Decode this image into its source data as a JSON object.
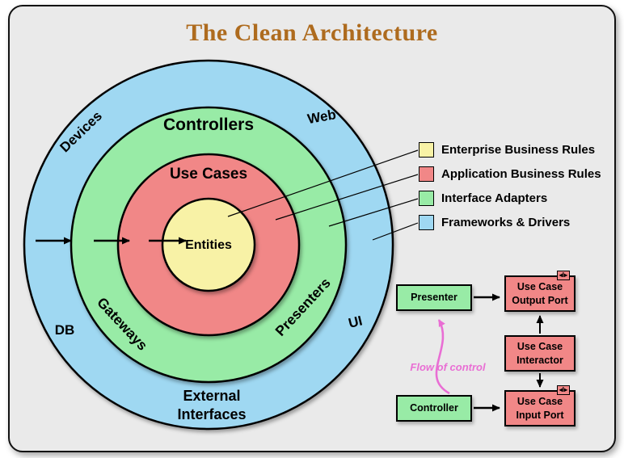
{
  "title": "The Clean Architecture",
  "colors": {
    "frame_background": "#EAEAEA",
    "title_text": "#AE6B1E",
    "frameworks_blue": "#9FD8F2",
    "adapters_green": "#98EBA6",
    "app_rules_red": "#F18787",
    "enterprise_yellow": "#F8F2A6",
    "flow_pink": "#E96ED4"
  },
  "rings": {
    "controllers": "Controllers",
    "use_cases": "Use Cases",
    "entities": "Entities",
    "devices": "Devices",
    "web": "Web",
    "db": "DB",
    "ui": "UI",
    "gateways": "Gateways",
    "presenters": "Presenters",
    "external_interfaces_line1": "External",
    "external_interfaces_line2": "Interfaces"
  },
  "legend": {
    "items": [
      {
        "label": "Enterprise Business Rules",
        "color": "#F8F2A6"
      },
      {
        "label": "Application Business Rules",
        "color": "#F18787"
      },
      {
        "label": "Interface Adapters",
        "color": "#98EBA6"
      },
      {
        "label": "Frameworks & Drivers",
        "color": "#9FD8F2"
      }
    ]
  },
  "flow": {
    "presenter_label": "Presenter",
    "controller_label": "Controller",
    "output_port_line1": "Use Case",
    "output_port_line2": "Output Port",
    "interactor_line1": "Use Case",
    "interactor_line2": "Interactor",
    "input_port_line1": "Use Case",
    "input_port_line2": "Input Port",
    "interface_marker": "◂I▸",
    "flow_of_control_label": "Flow of control"
  }
}
